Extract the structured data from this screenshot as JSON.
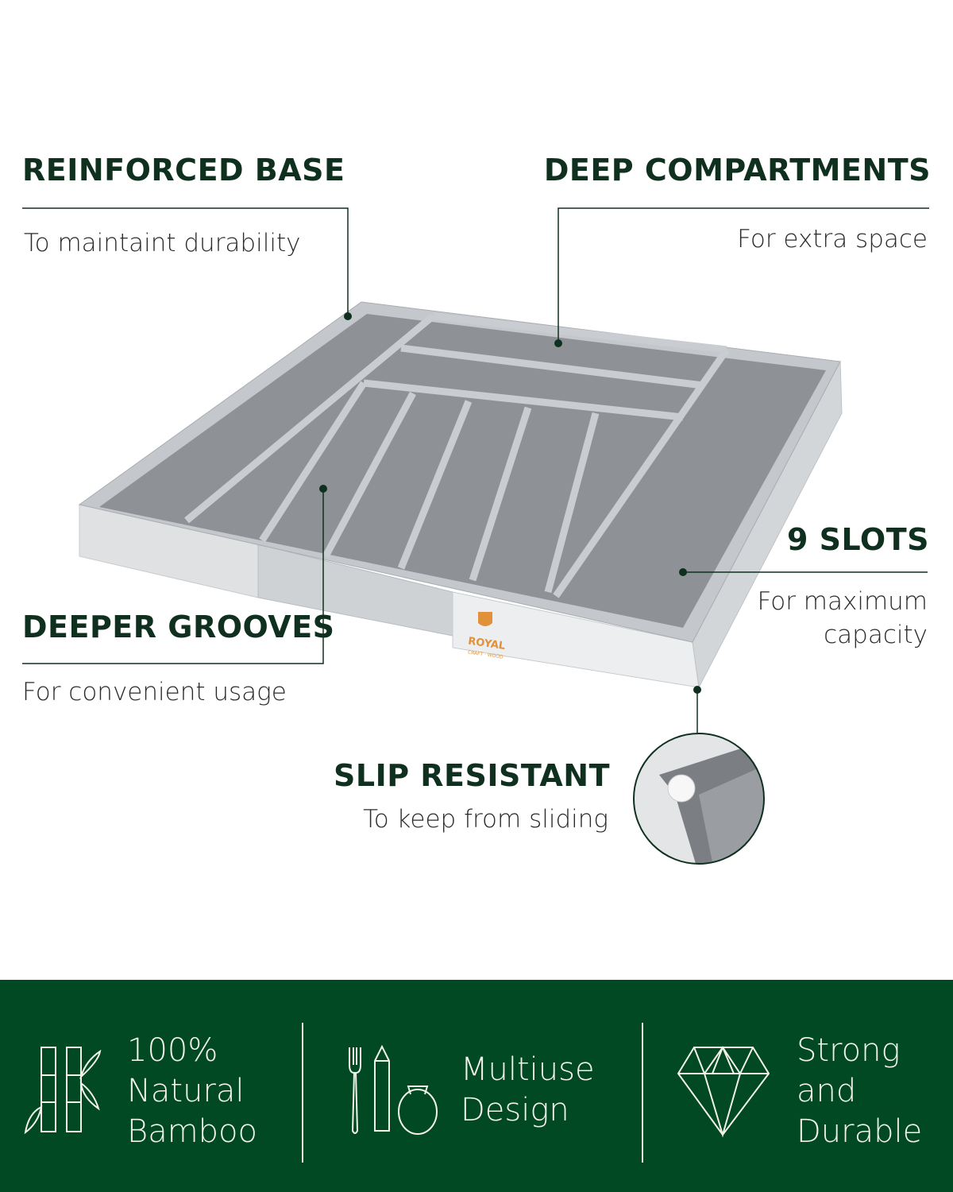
{
  "callouts": {
    "reinforced_base": {
      "title": "REINFORCED BASE",
      "subtitle": "To maintaint durability"
    },
    "deep_compartments": {
      "title": "DEEP COMPARTMENTS",
      "subtitle": "For extra space"
    },
    "nine_slots": {
      "title": "9 SLOTS",
      "subtitle_line1": "For maximum",
      "subtitle_line2": "capacity"
    },
    "deeper_grooves": {
      "title": "DEEPER GROOVES",
      "subtitle": "For convenient usage"
    },
    "slip_resistant": {
      "title": "SLIP RESISTANT",
      "subtitle": "To keep from sliding"
    }
  },
  "logo": {
    "brand": "ROYAL",
    "tagline": "CRAFT · WOOD"
  },
  "features": [
    {
      "icon": "bamboo-icon",
      "line1": "100%",
      "line2": "Natural",
      "line3": "Bamboo"
    },
    {
      "icon": "utensils-icon",
      "line1": "Multiuse",
      "line2": "Design"
    },
    {
      "icon": "diamond-icon",
      "line1": "Strong",
      "line2": "and",
      "line3": "Durable"
    }
  ],
  "colors": {
    "brand_green": "#004923",
    "title_text": "#10301f",
    "logo_orange": "#e0913a",
    "tray_gray": "#8e9296"
  }
}
